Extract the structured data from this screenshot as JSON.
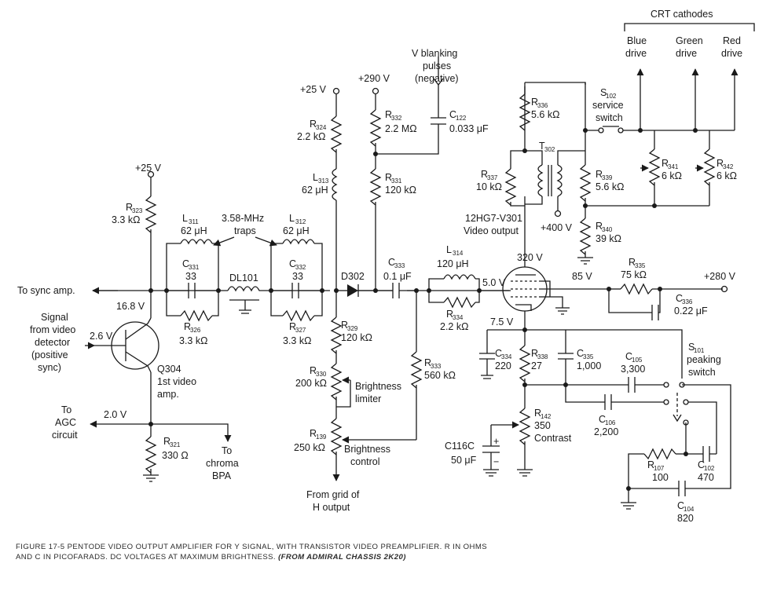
{
  "caption": {
    "main": "FIGURE 17-5  PENTODE VIDEO OUTPUT AMPLIFIER FOR Y SIGNAL, WITH TRANSISTOR VIDEO PREAMPLIFIER.  R IN OHMS AND C IN PICOFARADS.  DC VOLTAGES AT MAXIMUM BRIGHTNESS.",
    "source": "(FROM ADMIRAL CHASSIS 2K20)"
  },
  "labels": {
    "crt_cathodes": "CRT cathodes",
    "blue_drive": [
      "Blue",
      "drive"
    ],
    "green_drive": [
      "Green",
      "drive"
    ],
    "red_drive": [
      "Red",
      "drive"
    ],
    "v_blanking": [
      "V blanking",
      "pulses",
      "(negative)"
    ],
    "plus25_left": "+25 V",
    "plus25_mid": "+25 V",
    "plus290": "+290 V",
    "plus400": "+400 V",
    "plus280": "+280 V",
    "to_sync": "To sync amp.",
    "traps": [
      "3.58-MHz",
      "traps"
    ],
    "signal_from": [
      "Signal",
      "from video",
      "detector",
      "(positive",
      "sync)"
    ],
    "q304": [
      "Q304",
      "1st video",
      "amp."
    ],
    "to_agc": [
      "To",
      "AGC",
      "circuit"
    ],
    "to_chroma": [
      "To",
      "chroma",
      "BPA"
    ],
    "from_grid": [
      "From grid of",
      "H output"
    ],
    "brightness_limiter": [
      "Brightness",
      "limiter"
    ],
    "brightness_control": [
      "Brightness",
      "control"
    ],
    "tube": [
      "12HG7-V301",
      "Video output"
    ],
    "service_switch": [
      "service",
      "switch"
    ],
    "peaking_switch": [
      "peaking",
      "switch"
    ],
    "contrast": "Contrast",
    "c116c": "C116C",
    "d302": "D302",
    "dl101": "DL101",
    "t302": "T",
    "t302_sub": "302",
    "s102": "S",
    "s102_sub": "102",
    "s101": "S",
    "s101_sub": "101"
  },
  "voltages": {
    "v16_8": "16.8 V",
    "v2_6": "2.6 V",
    "v2_0": "2.0 V",
    "v5_0": "5.0 V",
    "v7_5": "7.5 V",
    "v320": "320 V",
    "v85": "85 V"
  },
  "components": {
    "r323": {
      "name": "R",
      "sub": "323",
      "value": "3.3 kΩ"
    },
    "r321": {
      "name": "R",
      "sub": "321",
      "value": "330 Ω"
    },
    "l311": {
      "name": "L",
      "sub": "311",
      "value": "62 μH"
    },
    "c331": {
      "name": "C",
      "sub": "331",
      "value": "33"
    },
    "r326": {
      "name": "R",
      "sub": "326",
      "value": "3.3 kΩ"
    },
    "l312": {
      "name": "L",
      "sub": "312",
      "value": "62 μH"
    },
    "c332": {
      "name": "C",
      "sub": "332",
      "value": "33"
    },
    "r327": {
      "name": "R",
      "sub": "327",
      "value": "3.3 kΩ"
    },
    "r324": {
      "name": "R",
      "sub": "324",
      "value": "2.2 kΩ"
    },
    "l313": {
      "name": "L",
      "sub": "313",
      "value": "62 μH"
    },
    "r329": {
      "name": "R",
      "sub": "329",
      "value": "120 kΩ"
    },
    "r330": {
      "name": "R",
      "sub": "330",
      "value": "200 kΩ"
    },
    "r139": {
      "name": "R",
      "sub": "139",
      "value": "250 kΩ"
    },
    "r332": {
      "name": "R",
      "sub": "332",
      "value": "2.2 MΩ"
    },
    "c122": {
      "name": "C",
      "sub": "122",
      "value": "0.033 μF"
    },
    "r331": {
      "name": "R",
      "sub": "331",
      "value": "120 kΩ"
    },
    "c333": {
      "name": "C",
      "sub": "333",
      "value": "0.1 μF"
    },
    "r333": {
      "name": "R",
      "sub": "333",
      "value": "560 kΩ"
    },
    "l314": {
      "name": "L",
      "sub": "314",
      "value": "120 μH"
    },
    "r334": {
      "name": "R",
      "sub": "334",
      "value": "2.2 kΩ"
    },
    "r336": {
      "name": "R",
      "sub": "336",
      "value": "5.6 kΩ"
    },
    "r337": {
      "name": "R",
      "sub": "337",
      "value": "10 kΩ"
    },
    "r339": {
      "name": "R",
      "sub": "339",
      "value": "5.6 kΩ"
    },
    "r340": {
      "name": "R",
      "sub": "340",
      "value": "39 kΩ"
    },
    "r341": {
      "name": "R",
      "sub": "341",
      "value": "6 kΩ"
    },
    "r342": {
      "name": "R",
      "sub": "342",
      "value": "6 kΩ"
    },
    "r335": {
      "name": "R",
      "sub": "335",
      "value": "75 kΩ"
    },
    "c336": {
      "name": "C",
      "sub": "336",
      "value": "0.22 μF"
    },
    "c334": {
      "name": "C",
      "sub": "334",
      "value": "220"
    },
    "r338": {
      "name": "R",
      "sub": "338",
      "value": "27"
    },
    "c335": {
      "name": "C",
      "sub": "335",
      "value": "1,000"
    },
    "c105": {
      "name": "C",
      "sub": "105",
      "value": "3,300"
    },
    "c106": {
      "name": "C",
      "sub": "106",
      "value": "2,200"
    },
    "r142": {
      "name": "R",
      "sub": "142",
      "value": "350"
    },
    "c116c": {
      "value": "50 μF"
    },
    "r107": {
      "name": "R",
      "sub": "107",
      "value": "100"
    },
    "c102": {
      "name": "C",
      "sub": "102",
      "value": "470"
    },
    "c104": {
      "name": "C",
      "sub": "104",
      "value": "820"
    }
  }
}
